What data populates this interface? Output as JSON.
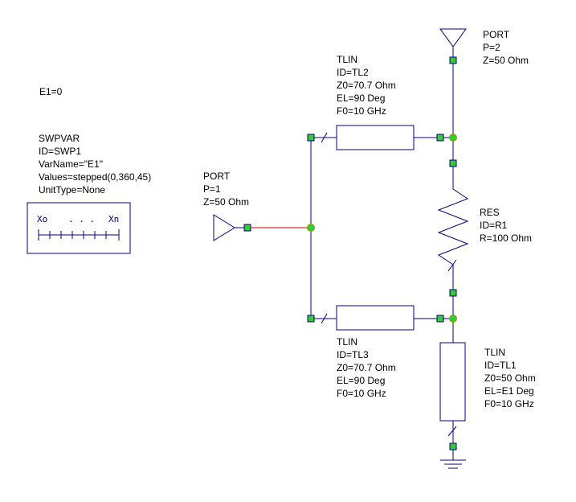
{
  "equation": "E1=0",
  "swpvar": {
    "lines": [
      "SWPVAR",
      "ID=SWP1",
      "VarName=\"E1\"",
      "Values=stepped(0,360,45)",
      "UnitType=None"
    ],
    "symbol_left": "Xo",
    "symbol_dots": ". . .",
    "symbol_right": "Xn"
  },
  "port1": {
    "lines": [
      "PORT",
      "P=1",
      "Z=50 Ohm"
    ]
  },
  "port2": {
    "lines": [
      "PORT",
      "P=2",
      "Z=50 Ohm"
    ]
  },
  "tl2": {
    "lines": [
      "TLIN",
      "ID=TL2",
      "Z0=70.7 Ohm",
      "EL=90 Deg",
      "F0=10 GHz"
    ]
  },
  "tl3": {
    "lines": [
      "TLIN",
      "ID=TL3",
      "Z0=70.7 Ohm",
      "EL=90 Deg",
      "F0=10 GHz"
    ]
  },
  "tl1": {
    "lines": [
      "TLIN",
      "ID=TL1",
      "Z0=50 Ohm",
      "EL=E1 Deg",
      "F0=10 GHz"
    ]
  },
  "res": {
    "lines": [
      "RES",
      "ID=R1",
      "R=100 Ohm"
    ]
  },
  "colors": {
    "wire": "#000080",
    "port1_wire": "#cc0000",
    "pin": "#33cc33"
  }
}
